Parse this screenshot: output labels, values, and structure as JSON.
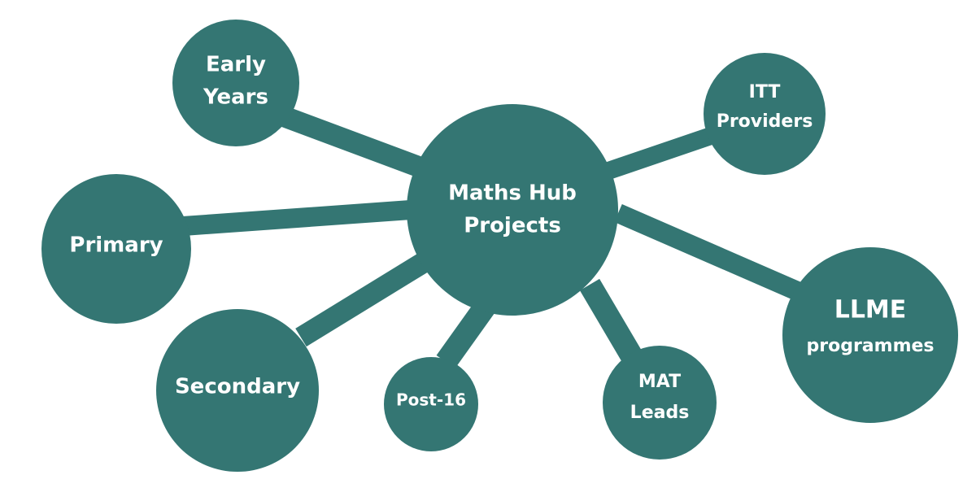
{
  "colors": {
    "node_fill": "#347673",
    "connector": "#347673",
    "label": "#ffffff",
    "background": "#ffffff"
  },
  "center": {
    "id": "center",
    "lines": [
      "Maths Hub",
      "Projects"
    ]
  },
  "nodes": [
    {
      "id": "early-years",
      "lines": [
        "Early",
        "Years"
      ]
    },
    {
      "id": "primary",
      "lines": [
        "Primary"
      ]
    },
    {
      "id": "secondary",
      "lines": [
        "Secondary"
      ]
    },
    {
      "id": "post-16",
      "lines": [
        "Post-16"
      ]
    },
    {
      "id": "mat-leads",
      "lines": [
        "MAT",
        "Leads"
      ]
    },
    {
      "id": "llme-programmes",
      "lines": [
        "LLME",
        "programmes"
      ]
    },
    {
      "id": "itt-providers",
      "lines": [
        "ITT",
        "Providers"
      ]
    }
  ]
}
